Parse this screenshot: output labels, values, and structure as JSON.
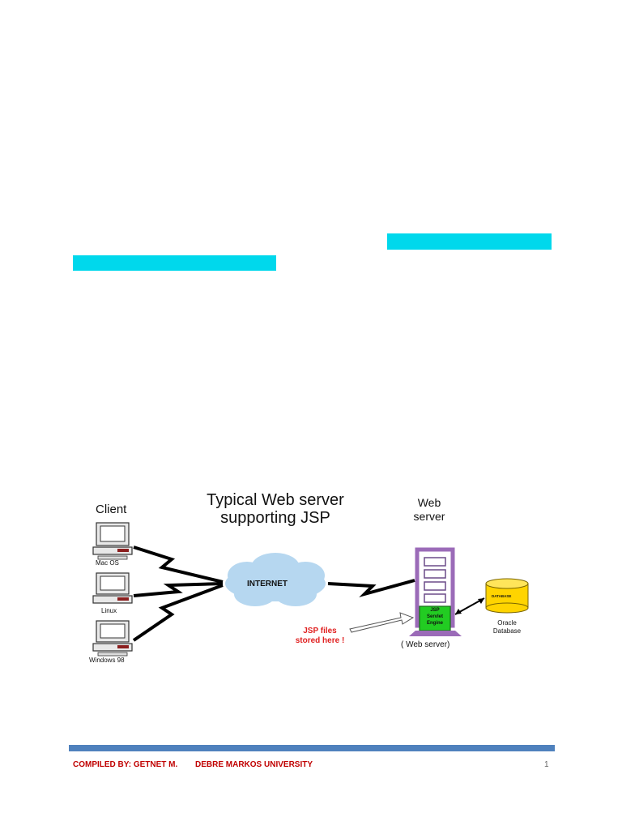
{
  "diagram": {
    "title_line1": "Typical Web server",
    "title_line2": "supporting JSP",
    "client_label": "Client",
    "clients": [
      "Mac OS",
      "Linux",
      "Windows 98"
    ],
    "internet_label": "INTERNET",
    "web_server_label_line1": "Web",
    "web_server_label_line2": "server",
    "engine_line1": "JSP",
    "engine_line2": "Servlet",
    "engine_line3": "Engine",
    "web_server_caption": "( Web server)",
    "database_tag": "DATABASE",
    "database_line1": "Oracle",
    "database_line2": "Database",
    "jsp_note_line1": "JSP files",
    "jsp_note_line2": "stored here !"
  },
  "footer": {
    "compiled_by": "COMPILED BY: GETNET M.",
    "university": "DEBRE MARKOS UNIVERSITY",
    "page_number": "1"
  },
  "colors": {
    "highlight": "#00d8ec",
    "footer_bar": "#4f81bd",
    "footer_text": "#c00000",
    "cloud": "#b6d7f0",
    "server": "#9b6bb8",
    "engine": "#22cc22",
    "database": "#ffd400",
    "note_text": "#e02020"
  }
}
